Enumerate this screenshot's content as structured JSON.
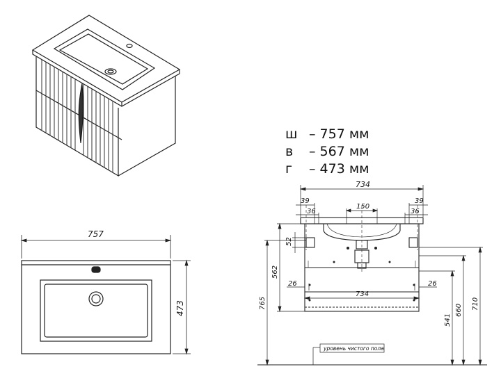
{
  "specs": [
    {
      "key": "ш",
      "value": "– 757 мм"
    },
    {
      "key": "в",
      "value": "– 567 мм"
    },
    {
      "key": "г",
      "value": "– 473 мм"
    }
  ],
  "top_view": {
    "width_label": "757",
    "depth_label": "473"
  },
  "front_view": {
    "overall": "734",
    "left_39": "39",
    "left_36": "36",
    "right_39": "39",
    "right_36": "36",
    "drain": "150",
    "gap_52": "52",
    "h_562": "562",
    "h_765": "765",
    "side_26_left": "26",
    "side_26_right": "26",
    "inner_734": "734",
    "h_541": "541",
    "h_660": "660",
    "h_710": "710",
    "floor_label": "уровень чистого пола"
  }
}
